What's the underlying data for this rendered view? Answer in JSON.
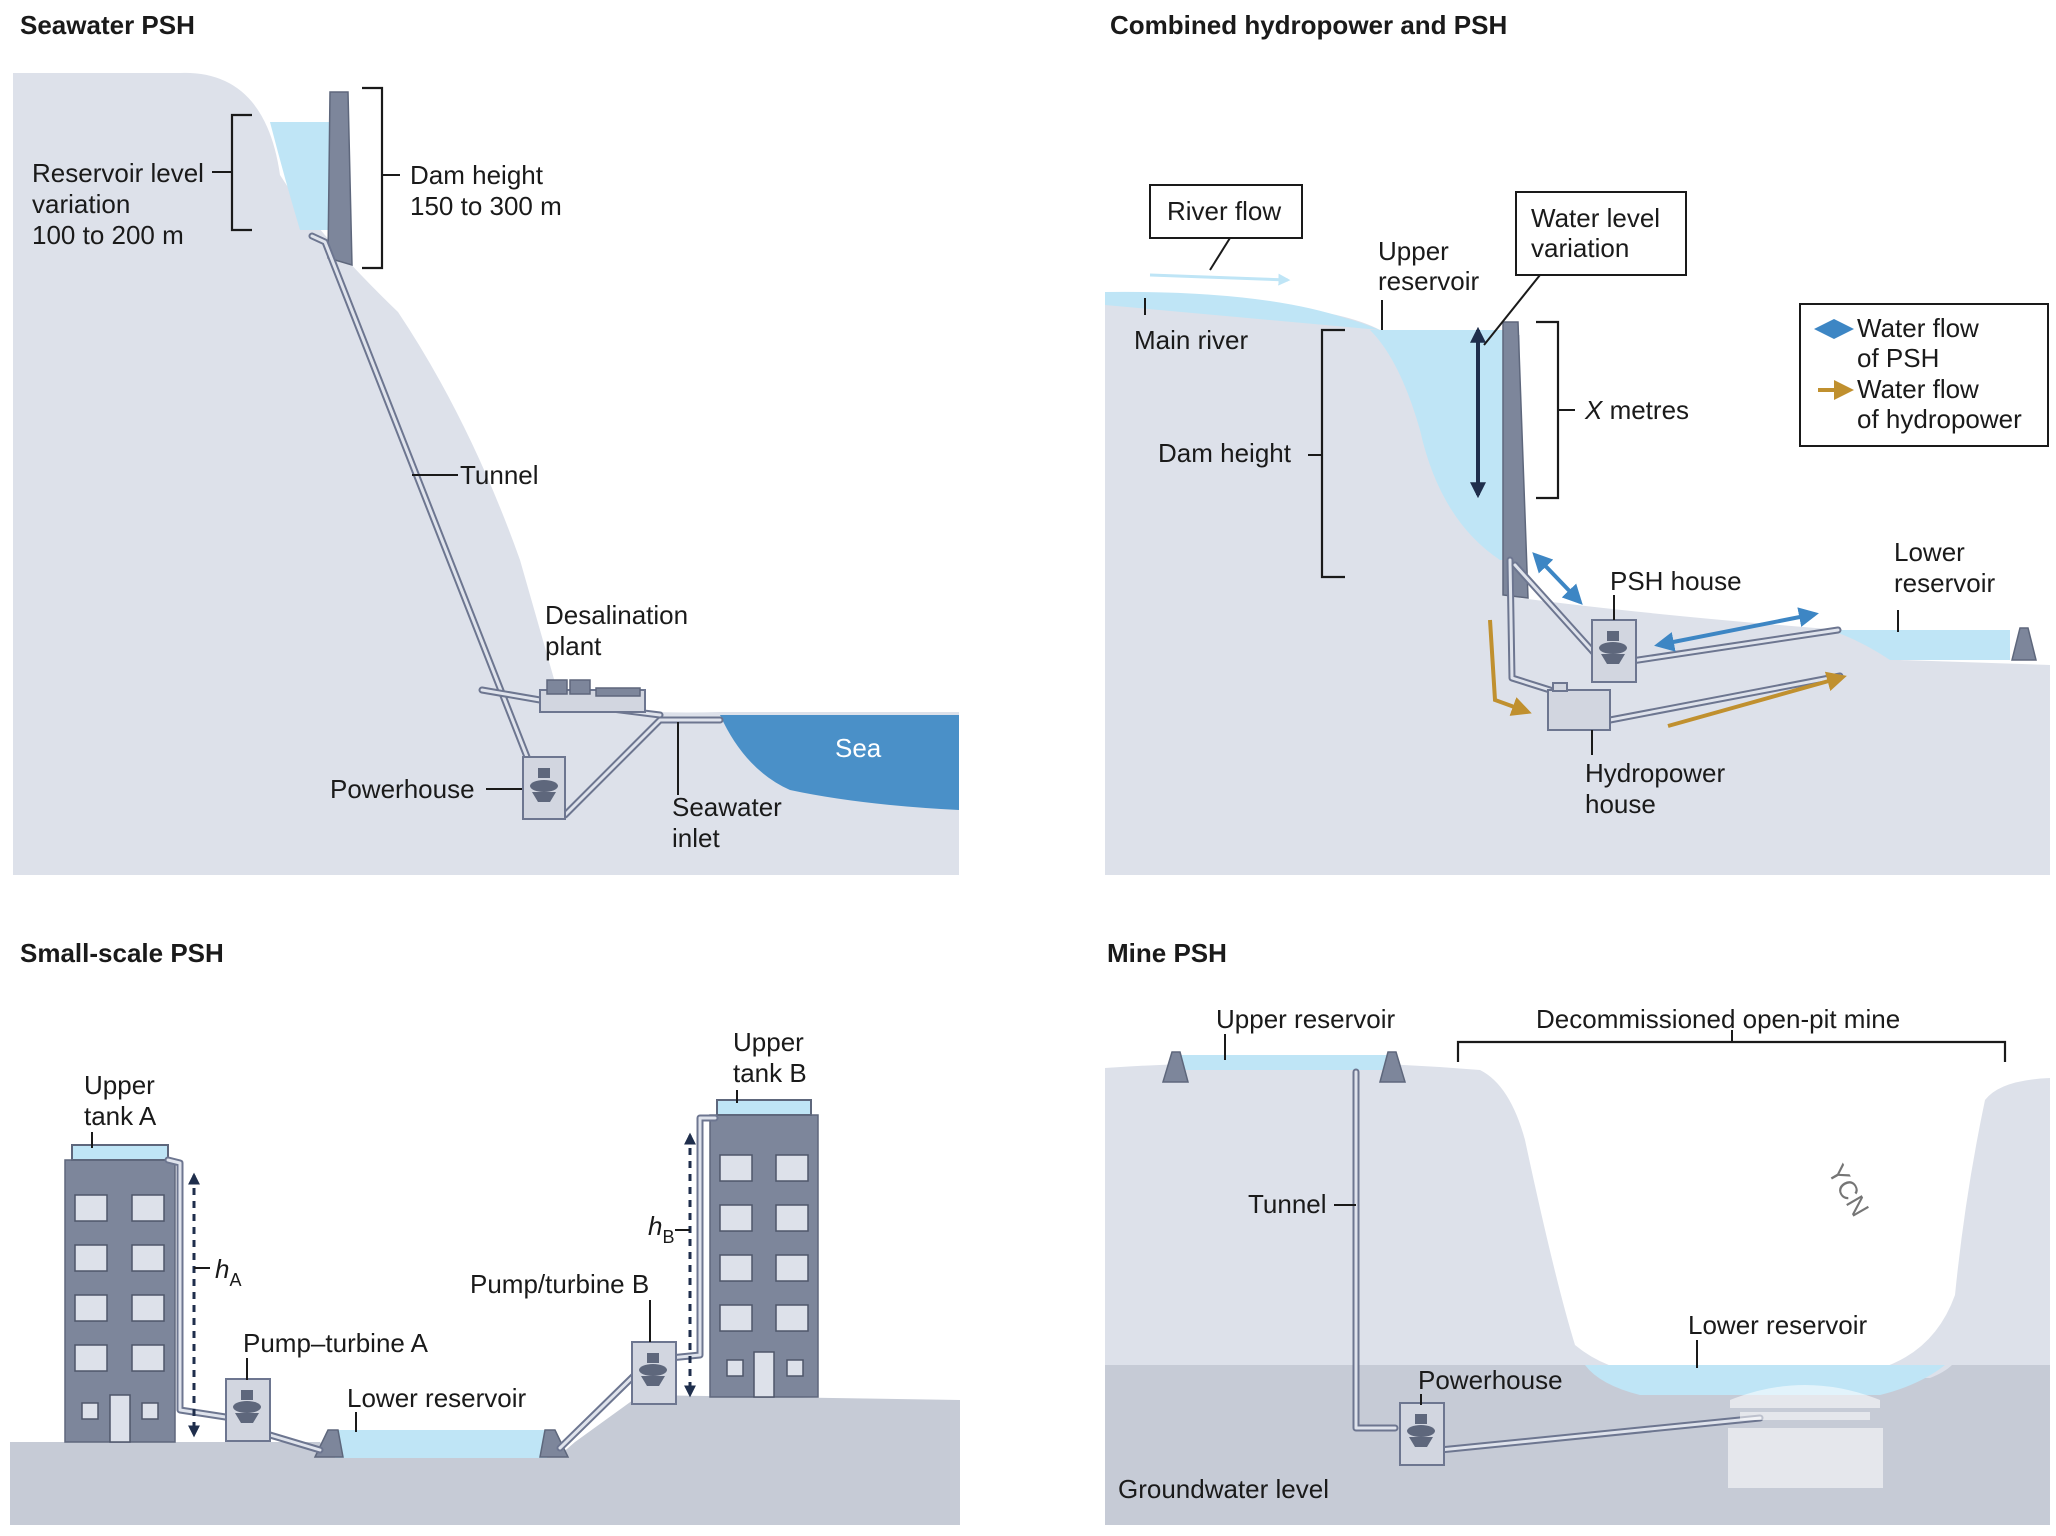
{
  "panels": {
    "seawater": {
      "title": "Seawater PSH",
      "reservoir_level_line1": "Reservoir level",
      "reservoir_level_line2": "variation",
      "reservoir_level_line3": "100 to 200 m",
      "dam_height_line1": "Dam height",
      "dam_height_line2": "150 to 300 m",
      "tunnel": "Tunnel",
      "desalination_line1": "Desalination",
      "desalination_line2": "plant",
      "powerhouse": "Powerhouse",
      "seawater_inlet_line1": "Seawater",
      "seawater_inlet_line2": "inlet",
      "sea": "Sea"
    },
    "combined": {
      "title": "Combined hydropower and PSH",
      "river_flow": "River flow",
      "upper_reservoir_line1": "Upper",
      "upper_reservoir_line2": "reservoir",
      "water_level_line1": "Water level",
      "water_level_line2": "variation",
      "main_river": "Main river",
      "dam_height": "Dam height",
      "x_metres_var": "X",
      "x_metres_unit": " metres",
      "psh_house": "PSH house",
      "lower_reservoir_line1": "Lower",
      "lower_reservoir_line2": "reservoir",
      "hydropower_house_line1": "Hydropower",
      "hydropower_house_line2": "house",
      "legend": {
        "psh_line1": "Water flow",
        "psh_line2": "of PSH",
        "hydro_line1": "Water flow",
        "hydro_line2": "of hydropower"
      }
    },
    "small": {
      "title": "Small-scale PSH",
      "upper_tank_a_line1": "Upper",
      "upper_tank_a_line2": "tank A",
      "upper_tank_b_line1": "Upper",
      "upper_tank_b_line2": "tank B",
      "h_a_main": "h",
      "h_a_sub": "A",
      "h_b_main": "h",
      "h_b_sub": "B",
      "pump_turbine_a": "Pump–turbine A",
      "pump_turbine_b": "Pump/turbine B",
      "lower_reservoir": "Lower reservoir"
    },
    "mine": {
      "title": "Mine PSH",
      "upper_reservoir": "Upper reservoir",
      "decommissioned": "Decommissioned open-pit mine",
      "tunnel": "Tunnel",
      "lower_reservoir": "Lower reservoir",
      "powerhouse": "Powerhouse",
      "groundwater_level": "Groundwater level"
    }
  },
  "colors": {
    "ground": "#dde1ea",
    "ground_below_groundwater": "#c6cbd6",
    "water": "#bfe5f6",
    "sea": "#4a90c8",
    "structure": "#7d869b",
    "psh_flow": "#3d86c4",
    "hydropower_flow": "#c0902f"
  },
  "watermark": "YCN"
}
